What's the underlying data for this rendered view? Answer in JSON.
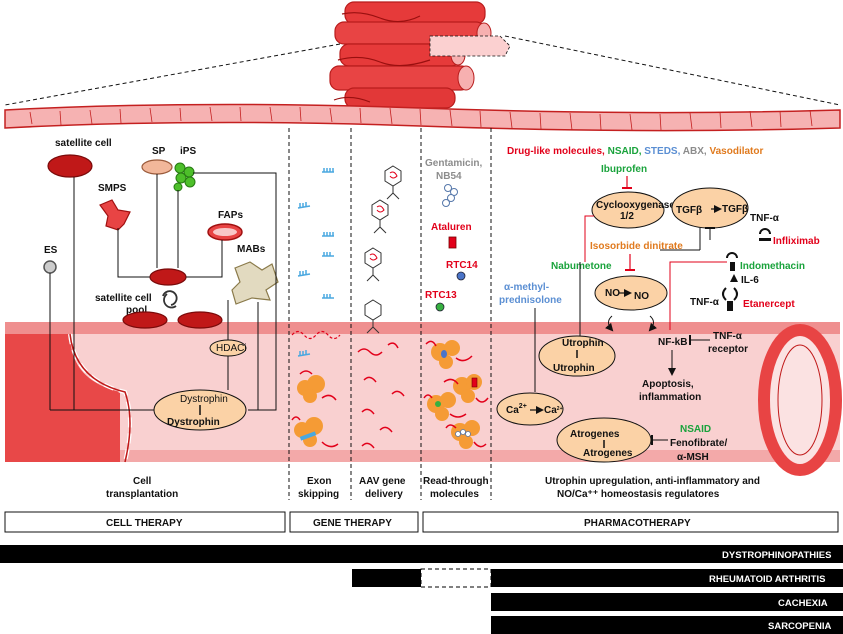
{
  "colors": {
    "red": "#e2001a",
    "green": "#1aa33c",
    "blue": "#5b8fd3",
    "gray": "#8c8c8c",
    "orange": "#e07a1e",
    "muscle": "#f4b6b6",
    "muscle_dark": "#d83a3a",
    "oval_fill": "#fbd2a6",
    "black": "#000000"
  },
  "icons": [
    "muscle-fiber-bundle-icon",
    "phage-virus-icon",
    "oligo-strand-icon",
    "ribosome-icon",
    "circular-arrows-icon",
    "receptor-icon"
  ],
  "cell_therapy": {
    "satellite_cell": "satellite cell",
    "sp": "SP",
    "ips": "iPS",
    "smps": "SMPS",
    "faps": "FAPs",
    "mabs": "MABs",
    "es": "ES",
    "pool_line1": "satellite cell",
    "pool_line2": "pool",
    "hdaci": "HDACi",
    "dystrophin_small": "Dystrophin",
    "dystrophin_big": "Dystrophin"
  },
  "readthrough": {
    "gentamicin": "Gentamicin,",
    "nb54": "NB54",
    "ataluren": "Ataluren",
    "rtc14": "RTC14",
    "rtc13": "RTC13"
  },
  "pharma": {
    "legend": [
      {
        "text": "Drug-like molecules,",
        "color": "#e2001a"
      },
      {
        "text": " NSAID,",
        "color": "#1aa33c"
      },
      {
        "text": " STEDS,",
        "color": "#5b8fd3"
      },
      {
        "text": " ABX,",
        "color": "#8c8c8c"
      },
      {
        "text": " Vasodilator",
        "color": "#e07a1e"
      }
    ],
    "ibuprofen": "Ibuprofen",
    "cox_line1": "Cyclooxygenases",
    "cox_line2": "1/2",
    "tgfb_big": "TGFβ",
    "tgfb_small": "TGFβ",
    "tnfa_1": "TNF-α",
    "infliximab": "Infliximab",
    "isosorbide": "Isosorbide dinitrate",
    "nabumetone": "Nabumetone",
    "indomethacin": "Indomethacin",
    "il6": "IL-6",
    "alpha_methyl_1": "α-methyl-",
    "alpha_methyl_2": "prednisolone",
    "no_small": "NO",
    "no_big": "NO",
    "tnfa_2": "TNF-α",
    "etanercept": "Etanercept",
    "utrophin_small": "Utrophin",
    "utrophin_big": "Utrophin",
    "nfkb": "NF-kB",
    "tnfa_receptor_1": "TNF-α",
    "tnfa_receptor_2": "receptor",
    "apoptosis_1": "Apoptosis,",
    "apoptosis_2": "inflammation",
    "ca_big": "Ca",
    "ca_small": "Ca",
    "ca_sup": "2+",
    "atrogenes_big": "Atrogenes",
    "atrogenes_small": "Atrogenes",
    "nsaid": "NSAID",
    "fenofibrate": "Fenofibrate/",
    "amsh": "α-MSH"
  },
  "columns": {
    "cell_transplant_1": "Cell",
    "cell_transplant_2": "transplantation",
    "exon_1": "Exon",
    "exon_2": "skipping",
    "aav_1": "AAV gene",
    "aav_2": "delivery",
    "readthrough_1": "Read-through",
    "readthrough_2": "molecules",
    "utrophin_1": "Utrophin upregulation, anti-inflammatory and",
    "utrophin_2": "NO/Ca⁺⁺ homeostasis regulatores"
  },
  "sections": {
    "cell_therapy": "CELL THERAPY",
    "gene_therapy": "GENE THERAPY",
    "pharmacotherapy": "PHARMACOTHERAPY"
  },
  "diseases": {
    "dystrophinopathies": "DYSTROPHINOPATHIES",
    "rheumatoid": "RHEUMATOID  ARTHRITIS",
    "cachexia": "CACHEXIA",
    "sarcopenia": "SARCOPENIA"
  }
}
